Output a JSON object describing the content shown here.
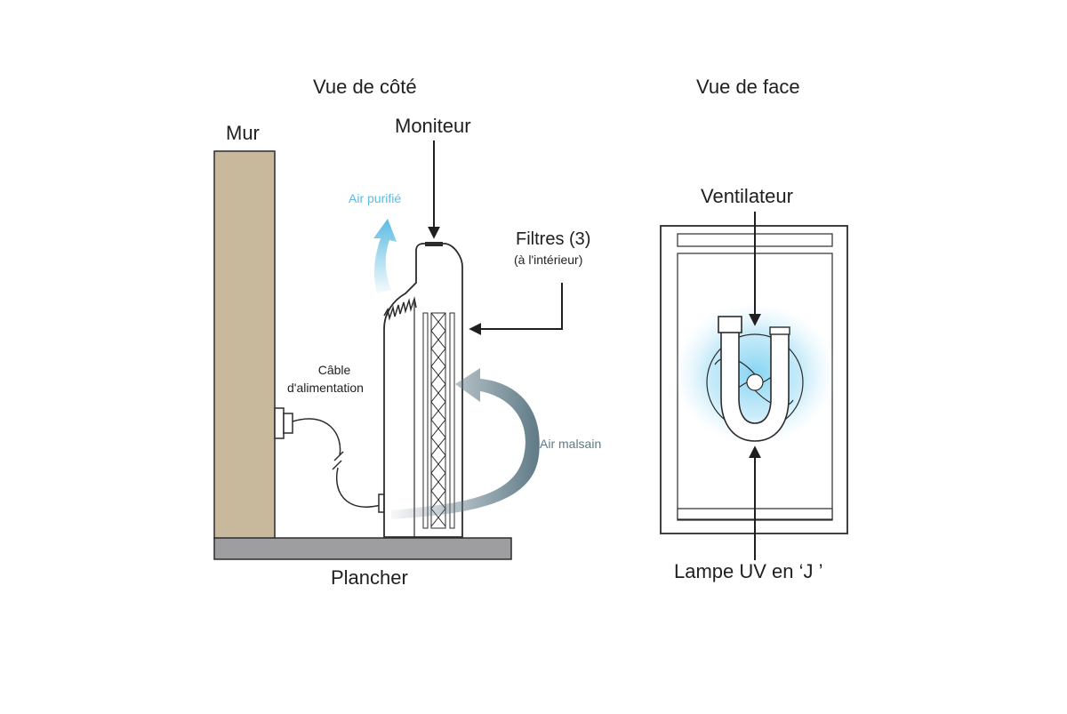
{
  "side_view": {
    "title": "Vue de côté",
    "wall_label": "Mur",
    "monitor_label": "Moniteur",
    "filters_label": "Filtres (3)",
    "filters_sublabel": "(à l'intérieur)",
    "purified_air_label": "Air purifié",
    "unhealthy_air_label": "Air malsain",
    "power_cable_line1": "Câble",
    "power_cable_line2": "d'alimentation",
    "floor_label": "Plancher"
  },
  "front_view": {
    "title": "Vue de face",
    "fan_label": "Ventilateur",
    "uv_lamp_label": "Lampe UV en ‘J ’"
  },
  "colors": {
    "wall": "#c9b99c",
    "floor": "#9e9ea0",
    "purified_air": "#5bbbe2",
    "unhealthy_air": "#5f7a86",
    "uv_glow": "#9fdcf5",
    "outline": "#2b2b2b"
  }
}
